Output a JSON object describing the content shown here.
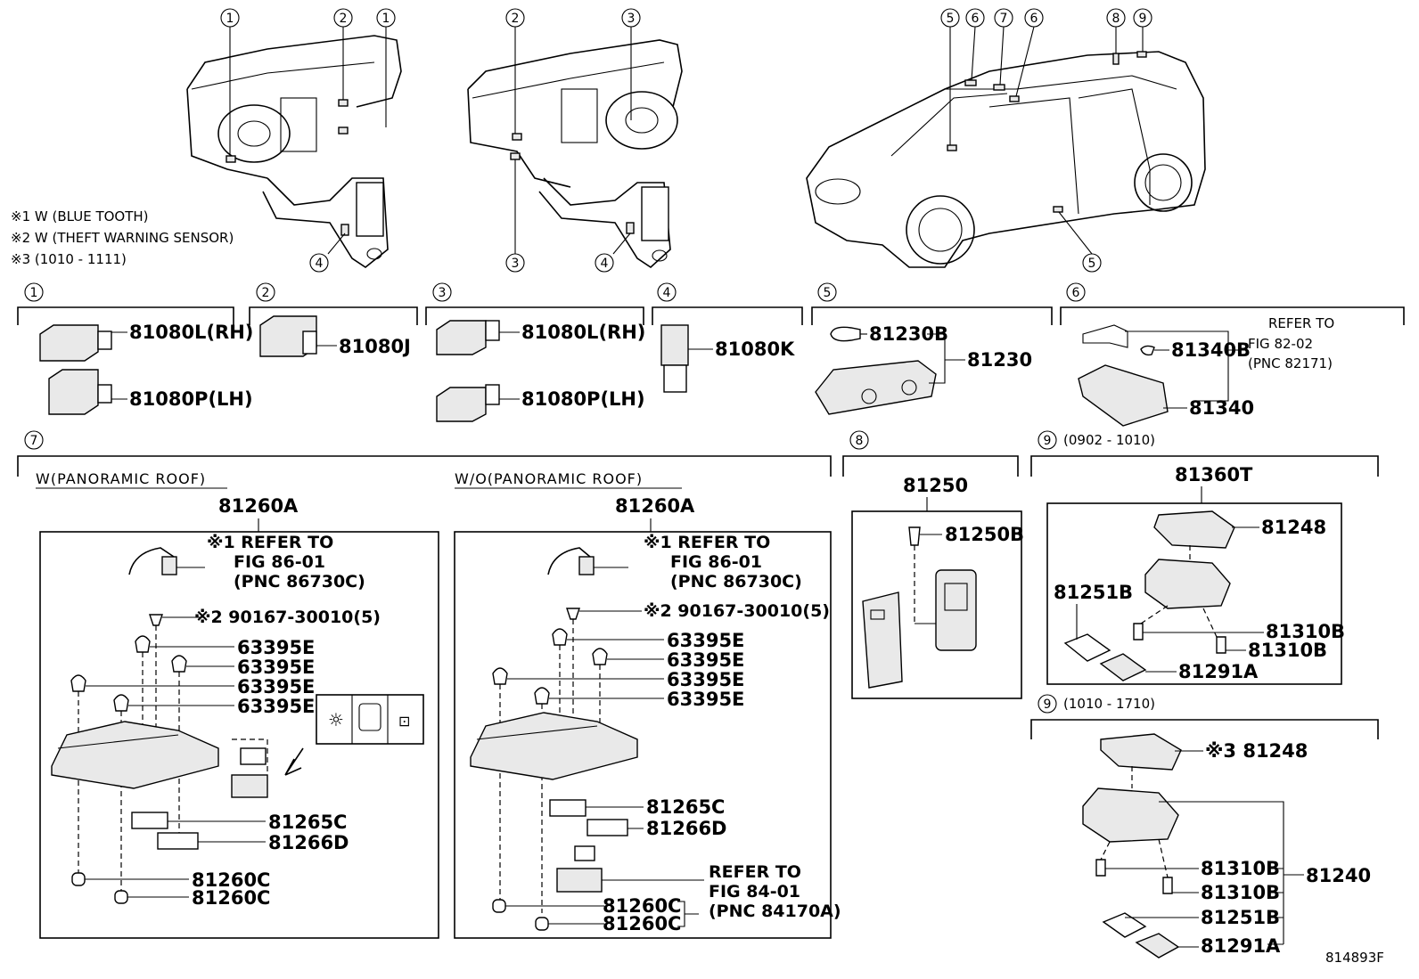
{
  "callouts_top": [
    "1",
    "2",
    "1",
    "2",
    "3",
    "3",
    "4",
    "4",
    "5",
    "6",
    "7",
    "6",
    "8",
    "9",
    "5"
  ],
  "notes": [
    "※1 W (BLUE TOOTH)",
    "※2 W (THEFT WARNING SENSOR)",
    "※3 (1010 - 1111)"
  ],
  "sections": [
    {
      "num": "1",
      "parts": [
        "81080L(RH)",
        "81080P(LH)"
      ]
    },
    {
      "num": "2",
      "parts": [
        "81080J"
      ]
    },
    {
      "num": "3",
      "parts": [
        "81080L(RH)",
        "81080P(LH)"
      ]
    },
    {
      "num": "4",
      "parts": [
        "81080K"
      ]
    },
    {
      "num": "5",
      "parts": [
        "81230B",
        "81230"
      ]
    },
    {
      "num": "6",
      "parts": [
        "81340B",
        "81340"
      ],
      "refer": [
        "REFER TO",
        "FIG 82-02",
        "(PNC 82171)"
      ]
    },
    {
      "num": "7"
    },
    {
      "num": "8"
    },
    {
      "num": "9",
      "range": "(0902 - 1010)"
    },
    {
      "num": "9",
      "range": "(1010 - 1710)"
    }
  ],
  "sec7": {
    "left": {
      "caption": "W(PANORAMIC ROOF)",
      "assembly": "81260A",
      "refer": [
        "※1 REFER TO",
        "FIG 86-01",
        "(PNC 86730C)"
      ],
      "bolt": "※2 90167-30010(5)",
      "clips": [
        "63395E",
        "63395E",
        "63395E",
        "63395E"
      ],
      "lens": [
        "81265C",
        "81266D"
      ],
      "bulbs": [
        "81260C",
        "81260C"
      ]
    },
    "right": {
      "caption": "W/O(PANORAMIC ROOF)",
      "assembly": "81260A",
      "refer": [
        "※1 REFER TO",
        "FIG 86-01",
        "(PNC 86730C)"
      ],
      "bolt": "※2 90167-30010(5)",
      "clips": [
        "63395E",
        "63395E",
        "63395E",
        "63395E"
      ],
      "lens": [
        "81265C",
        "81266D"
      ],
      "bulbs": [
        "81260C",
        "81260C"
      ],
      "refer2": [
        "REFER TO",
        "FIG 84-01",
        "(PNC 84170A)"
      ]
    }
  },
  "sec8": {
    "assembly": "81250",
    "bulb": "81250B"
  },
  "sec9a": {
    "assembly": "81360T",
    "parts": [
      "81248",
      "81251B",
      "81310B",
      "81310B",
      "81291A"
    ]
  },
  "sec9b": {
    "cover": "※3 81248",
    "parts": [
      "81310B",
      "81310B",
      "81251B",
      "81291A"
    ],
    "assembly": "81240"
  },
  "figure_id": "814893F"
}
